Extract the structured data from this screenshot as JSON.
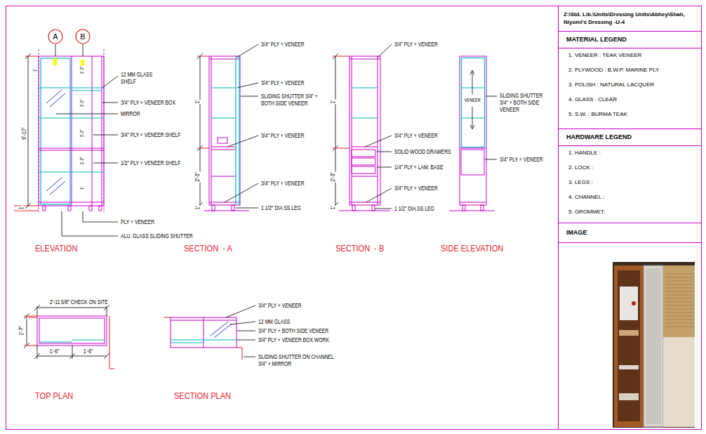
{
  "diagram": {
    "nodes": [
      {
        "text": [
          "A"
        ]
      },
      {
        "text": [
          "B"
        ]
      },
      {
        "text": [
          "Z:\\Std. Lib.\\Units\\Dressing Units\\Abhey\\Shah, Niyomi's Dressing -U-4"
        ]
      },
      {
        "text": [
          "MATERIAL LEGEND",
          "1. VENEER : TEAK VENEER",
          "2. PLYWOOD : B.W.P. MARINE PLY",
          "3. POLISH : NATURAL LACQUER",
          "4. GLASS : CLEAR",
          "5. S.W. : BURMA TEAK"
        ]
      },
      {
        "text": [
          "HARDWARE LEGEND",
          "1. HANDLE :",
          "2. LOCK :",
          "3. LEGS :",
          "4. CHANNEL :",
          "5. GROMMET:"
        ]
      },
      {
        "text": [
          "IMAGE"
        ]
      }
    ],
    "labels": [
      "12 MM GLASS SHELF",
      "3/4\" PLY + VENEER BOX",
      "MIRROR",
      "3/4\" PLY + VENEER SHELF",
      "1/2\" PLY + VENEER SHELF",
      "PLY + VENEER",
      "ALU. GLASS SLIDING SHUTTER",
      "6'-10\"",
      "1'",
      "1'",
      "1'-3\"",
      "1'-3\"",
      "1'-3\"",
      "1'-3\"",
      "1'",
      "ELEVATION",
      "3/4\" PLY + VENEER",
      "3/4\" PLY + VENEER",
      "SLIDING SHUTTER 3/4\" + BOTH SIDE VENEER",
      "3/4\" PLY + VENEER",
      "3/4\" PLY + VENEER",
      "1 1/2\" DIA SS LEG",
      "1'",
      "2'-3\"",
      "1'",
      "SECTION  - A",
      "3/4\" PLY + VENEER",
      "3/4\" PLY + VENEER",
      "SOLID WOOD DRAWERS",
      "1/4\" PLY + LAM. BASE",
      "3/4\" PLY + VENEER",
      "1 1/2\" DIA SS LEG",
      "1'",
      "2'-3\"",
      "1'",
      "SECTION  - B",
      "VENEER",
      "SLIDING SHUTTER 3/4\" + BOTH SIDE VENEER",
      "3/4\" PLY + VENEER",
      "SIDE ELEVATION",
      "2'-11 5/8\" CHECK ON SITE",
      "1'-7\"",
      "1'-6\"",
      "1'-6\"",
      "TOP PLAN",
      "3/4\" PLY + VENEER",
      "12 MM GLASS",
      "3/4\" PLY + BOTH SIDE VENEER",
      "3/4\" PLY + VENEER BOX WORK",
      "SLIDING SHUTTER ON CHANNEL 3/4\" + MIRROR",
      "SECTION PLAN"
    ]
  }
}
